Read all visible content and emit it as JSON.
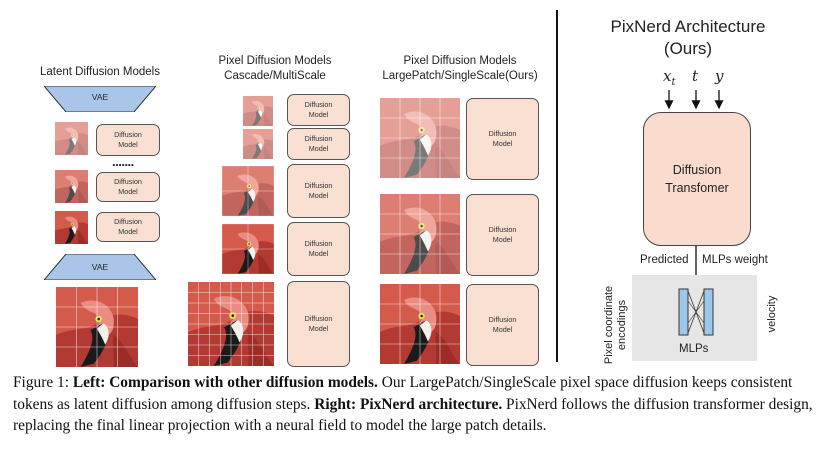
{
  "left": {
    "col1_title": "Latent Diffusion Models",
    "col2_title_line1": "Pixel Diffusion Models",
    "col2_title_line2": "Cascade/MultiScale",
    "col3_title_line1": "Pixel Diffusion Models",
    "col3_title_line2": "LargePatch/SingleScale(Ours)",
    "vae_label": "VAE",
    "dm_line1": "Diffusion",
    "dm_line2": "Model",
    "ellipsis": "......."
  },
  "right": {
    "title_line1": "PixNerd Architecture",
    "title_line2": "(Ours)",
    "input_x": "x",
    "input_x_sub": "t",
    "input_t": "t",
    "input_y": "y",
    "transformer_line1": "Diffusion",
    "transformer_line2": "Transfomer",
    "predicted_label": "Predicted",
    "mlp_weight_label": "MLPs weight",
    "pixel_coord_line1": "Pixel coordinate",
    "pixel_coord_line2": "encodings",
    "mlps_label": "MLPs",
    "velocity_label": "velocity"
  },
  "caption": {
    "figure_label": "Figure 1:",
    "left_bold": "Left: Comparison with other diffusion models.",
    "left_text": "Our LargePatch/SingleScale pixel space diffusion keeps consistent tokens as latent diffusion among diffusion steps.",
    "right_bold": "Right: PixNerd architecture.",
    "right_text": "PixNerd follows the diffusion transformer design, replacing the final linear projection with a neural field to model the large patch details."
  },
  "colors": {
    "vae_fill": "#a9c6e8",
    "diffusion_fill": "#fadfd3",
    "transformer_fill": "#f9dccd",
    "mlp_fill": "#9cc9ea",
    "mlp_bg": "#e6e6e6",
    "flamingo": "#c8463f"
  }
}
